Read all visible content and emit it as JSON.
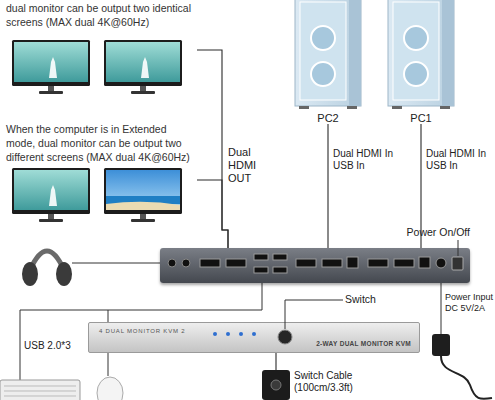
{
  "diagram": {
    "nodes": [
      {
        "text": [
          "dual monitor can be output two identical screens (MAX dual 4K@60Hz)"
        ]
      },
      {
        "text": [
          "PC2"
        ]
      },
      {
        "text": [
          "PC1"
        ]
      },
      {
        "text": [
          "When the computer is in Extended mode, dual monitor can be output two different screens (MAX dual 4K@60Hz)"
        ]
      },
      {
        "text": [
          "Power On/Off"
        ]
      },
      {
        "text": [
          "4 DUAL MONITOR KVM 2",
          "2-WAY DUAL MONITOR KVM"
        ]
      },
      {
        "text": [
          "Switch Cable (100cm/3.3ft)"
        ]
      }
    ],
    "edges": [
      {
        "from": 0,
        "to": 4,
        "arrow": "none"
      },
      {
        "from": 1,
        "to": 4,
        "label": "Dual HDMI In USB In",
        "arrow": "none"
      },
      {
        "from": 2,
        "to": 4,
        "label": "Dual HDMI In USB In",
        "arrow": "none"
      },
      {
        "from": 3,
        "to": 4,
        "label": "Dual HDMI OUT",
        "arrow": "none"
      },
      {
        "from": 5,
        "to": 6,
        "arrow": "none"
      }
    ],
    "labels": [
      "Switch",
      "Power Input DC 5V/2A",
      "USB 2.0*3"
    ]
  }
}
